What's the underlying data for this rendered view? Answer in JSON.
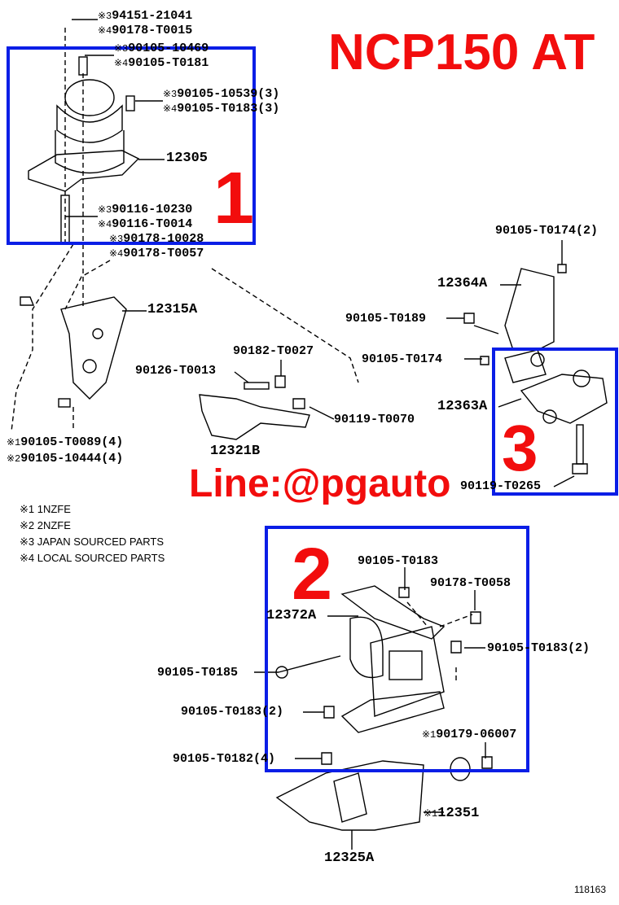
{
  "title": "NCP150 AT",
  "watermark": "Line:@pgauto",
  "group_numbers": [
    "1",
    "2",
    "3"
  ],
  "labels": {
    "l1a": {
      "prefix": "※3",
      "text": "94151-21041"
    },
    "l1b": {
      "prefix": "※4",
      "text": "90178-T0015"
    },
    "l2a": {
      "prefix": "※3",
      "text": "90105-10469"
    },
    "l2b": {
      "prefix": "※4",
      "text": "90105-T0181"
    },
    "l3a": {
      "prefix": "※3",
      "text": "90105-10539(3)"
    },
    "l3b": {
      "prefix": "※4",
      "text": "90105-T0183(3)"
    },
    "p12305": {
      "prefix": "",
      "text": "12305"
    },
    "l4a": {
      "prefix": "※3",
      "text": "90116-10230"
    },
    "l4b": {
      "prefix": "※4",
      "text": "90116-T0014"
    },
    "l5a": {
      "prefix": "※3",
      "text": "90178-10028"
    },
    "l5b": {
      "prefix": "※4",
      "text": "90178-T0057"
    },
    "p12315A": {
      "prefix": "",
      "text": "12315A"
    },
    "l6a": {
      "prefix": "※1",
      "text": "90105-T0089(4)"
    },
    "l6b": {
      "prefix": "※2",
      "text": "90105-10444(4)"
    },
    "l7": {
      "prefix": "",
      "text": "90182-T0027"
    },
    "l8": {
      "prefix": "",
      "text": "90126-T0013"
    },
    "l9": {
      "prefix": "",
      "text": "90119-T0070"
    },
    "p12321B": {
      "prefix": "",
      "text": "12321B"
    },
    "l10": {
      "prefix": "",
      "text": "90105-T0174(2)"
    },
    "p12364A": {
      "prefix": "",
      "text": "12364A"
    },
    "l11": {
      "prefix": "",
      "text": "90105-T0189"
    },
    "l12": {
      "prefix": "",
      "text": "90105-T0174"
    },
    "p12363A": {
      "prefix": "",
      "text": "12363A"
    },
    "l13": {
      "prefix": "",
      "text": "90119-T0265"
    },
    "l14": {
      "prefix": "",
      "text": "90105-T0183"
    },
    "l15": {
      "prefix": "",
      "text": "90178-T0058"
    },
    "p12372A": {
      "prefix": "",
      "text": "12372A"
    },
    "l16": {
      "prefix": "",
      "text": "90105-T0183(2)"
    },
    "l17": {
      "prefix": "",
      "text": "90105-T0185"
    },
    "l18": {
      "prefix": "",
      "text": "90105-T0183(2)"
    },
    "l19": {
      "prefix": "※1",
      "text": "90179-06007"
    },
    "l20": {
      "prefix": "",
      "text": "90105-T0182(4)"
    },
    "p12351": {
      "prefix": "※1",
      "text": "12351"
    },
    "p12325A": {
      "prefix": "",
      "text": "12325A"
    }
  },
  "legend": [
    "※1 1NZFE",
    "※2 2NZFE",
    "※3 JAPAN SOURCED PARTS",
    "※4 LOCAL SOURCED PARTS"
  ],
  "figure_code": "118163",
  "colors": {
    "accent_red": "#f20d0d",
    "box_blue": "#0a1ee6"
  }
}
